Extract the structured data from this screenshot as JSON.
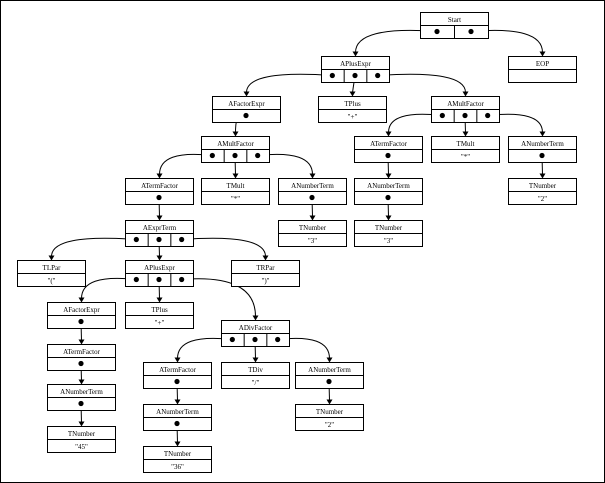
{
  "nodes": [
    {
      "id": "start",
      "name": "Start",
      "value": null,
      "ports": 2
    },
    {
      "id": "eop",
      "name": "EOP",
      "value": "",
      "ports": 0
    },
    {
      "id": "aplus1",
      "name": "APlusExpr",
      "value": null,
      "ports": 3
    },
    {
      "id": "afactor1",
      "name": "AFactorExpr",
      "value": null,
      "ports": 1
    },
    {
      "id": "tplus1",
      "name": "TPlus",
      "value": "\"+\"",
      "ports": 0
    },
    {
      "id": "amult1",
      "name": "AMultFactor",
      "value": null,
      "ports": 3
    },
    {
      "id": "amult2",
      "name": "AMultFactor",
      "value": null,
      "ports": 3
    },
    {
      "id": "aterm_r",
      "name": "ATermFactor",
      "value": null,
      "ports": 1
    },
    {
      "id": "tmult_r",
      "name": "TMult",
      "value": "\"*\"",
      "ports": 0
    },
    {
      "id": "anum_r",
      "name": "ANumberTerm",
      "value": null,
      "ports": 1
    },
    {
      "id": "anum_r2",
      "name": "ANumberTerm",
      "value": null,
      "ports": 1
    },
    {
      "id": "tnum_r3",
      "name": "TNumber",
      "value": "\"3\"",
      "ports": 0
    },
    {
      "id": "tnum_r2",
      "name": "TNumber",
      "value": "\"2\"",
      "ports": 0
    },
    {
      "id": "aterm_m",
      "name": "ATermFactor",
      "value": null,
      "ports": 1
    },
    {
      "id": "tmult_m",
      "name": "TMult",
      "value": "\"*\"",
      "ports": 0
    },
    {
      "id": "anum_m",
      "name": "ANumberTerm",
      "value": null,
      "ports": 1
    },
    {
      "id": "tnum_m",
      "name": "TNumber",
      "value": "\"3\"",
      "ports": 0
    },
    {
      "id": "aexpr",
      "name": "AExprTerm",
      "value": null,
      "ports": 3
    },
    {
      "id": "tlpar",
      "name": "TLPar",
      "value": "\"(\"",
      "ports": 0
    },
    {
      "id": "aplus2",
      "name": "APlusExpr",
      "value": null,
      "ports": 3
    },
    {
      "id": "trpar",
      "name": "TRPar",
      "value": "\")\"",
      "ports": 0
    },
    {
      "id": "afactor2",
      "name": "AFactorExpr",
      "value": null,
      "ports": 1
    },
    {
      "id": "tplus2",
      "name": "TPlus",
      "value": "\"+\"",
      "ports": 0
    },
    {
      "id": "adiv",
      "name": "ADivFactor",
      "value": null,
      "ports": 3
    },
    {
      "id": "aterm_l",
      "name": "ATermFactor",
      "value": null,
      "ports": 1
    },
    {
      "id": "anum_l",
      "name": "ANumberTerm",
      "value": null,
      "ports": 1
    },
    {
      "id": "tnum_l",
      "name": "TNumber",
      "value": "\"45\"",
      "ports": 0
    },
    {
      "id": "aterm_d",
      "name": "ATermFactor",
      "value": null,
      "ports": 1
    },
    {
      "id": "tdiv",
      "name": "TDiv",
      "value": "\"/\"",
      "ports": 0
    },
    {
      "id": "anum_d",
      "name": "ANumberTerm",
      "value": null,
      "ports": 1
    },
    {
      "id": "anum_d2",
      "name": "ANumberTerm",
      "value": null,
      "ports": 1
    },
    {
      "id": "tnum_d36",
      "name": "TNumber",
      "value": "\"36\"",
      "ports": 0
    },
    {
      "id": "tnum_d2",
      "name": "TNumber",
      "value": "\"2\"",
      "ports": 0
    }
  ],
  "edges": [
    [
      "start",
      0,
      "aplus1"
    ],
    [
      "start",
      1,
      "eop"
    ],
    [
      "aplus1",
      0,
      "afactor1"
    ],
    [
      "aplus1",
      1,
      "tplus1"
    ],
    [
      "aplus1",
      2,
      "amult1"
    ],
    [
      "afactor1",
      0,
      "amult2"
    ],
    [
      "amult1",
      0,
      "aterm_r"
    ],
    [
      "amult1",
      1,
      "tmult_r"
    ],
    [
      "amult1",
      2,
      "anum_r"
    ],
    [
      "aterm_r",
      0,
      "anum_r2"
    ],
    [
      "anum_r2",
      0,
      "tnum_r3"
    ],
    [
      "anum_r",
      0,
      "tnum_r2"
    ],
    [
      "amult2",
      0,
      "aterm_m"
    ],
    [
      "amult2",
      1,
      "tmult_m"
    ],
    [
      "amult2",
      2,
      "anum_m"
    ],
    [
      "anum_m",
      0,
      "tnum_m"
    ],
    [
      "aterm_m",
      0,
      "aexpr"
    ],
    [
      "aexpr",
      0,
      "tlpar"
    ],
    [
      "aexpr",
      1,
      "aplus2"
    ],
    [
      "aexpr",
      2,
      "trpar"
    ],
    [
      "aplus2",
      0,
      "afactor2"
    ],
    [
      "aplus2",
      1,
      "tplus2"
    ],
    [
      "aplus2",
      2,
      "adiv"
    ],
    [
      "afactor2",
      0,
      "aterm_l"
    ],
    [
      "aterm_l",
      0,
      "anum_l"
    ],
    [
      "anum_l",
      0,
      "tnum_l"
    ],
    [
      "adiv",
      0,
      "aterm_d"
    ],
    [
      "adiv",
      1,
      "tdiv"
    ],
    [
      "adiv",
      2,
      "anum_d"
    ],
    [
      "aterm_d",
      0,
      "anum_d2"
    ],
    [
      "anum_d2",
      0,
      "tnum_d36"
    ],
    [
      "anum_d",
      0,
      "tnum_d2"
    ]
  ]
}
